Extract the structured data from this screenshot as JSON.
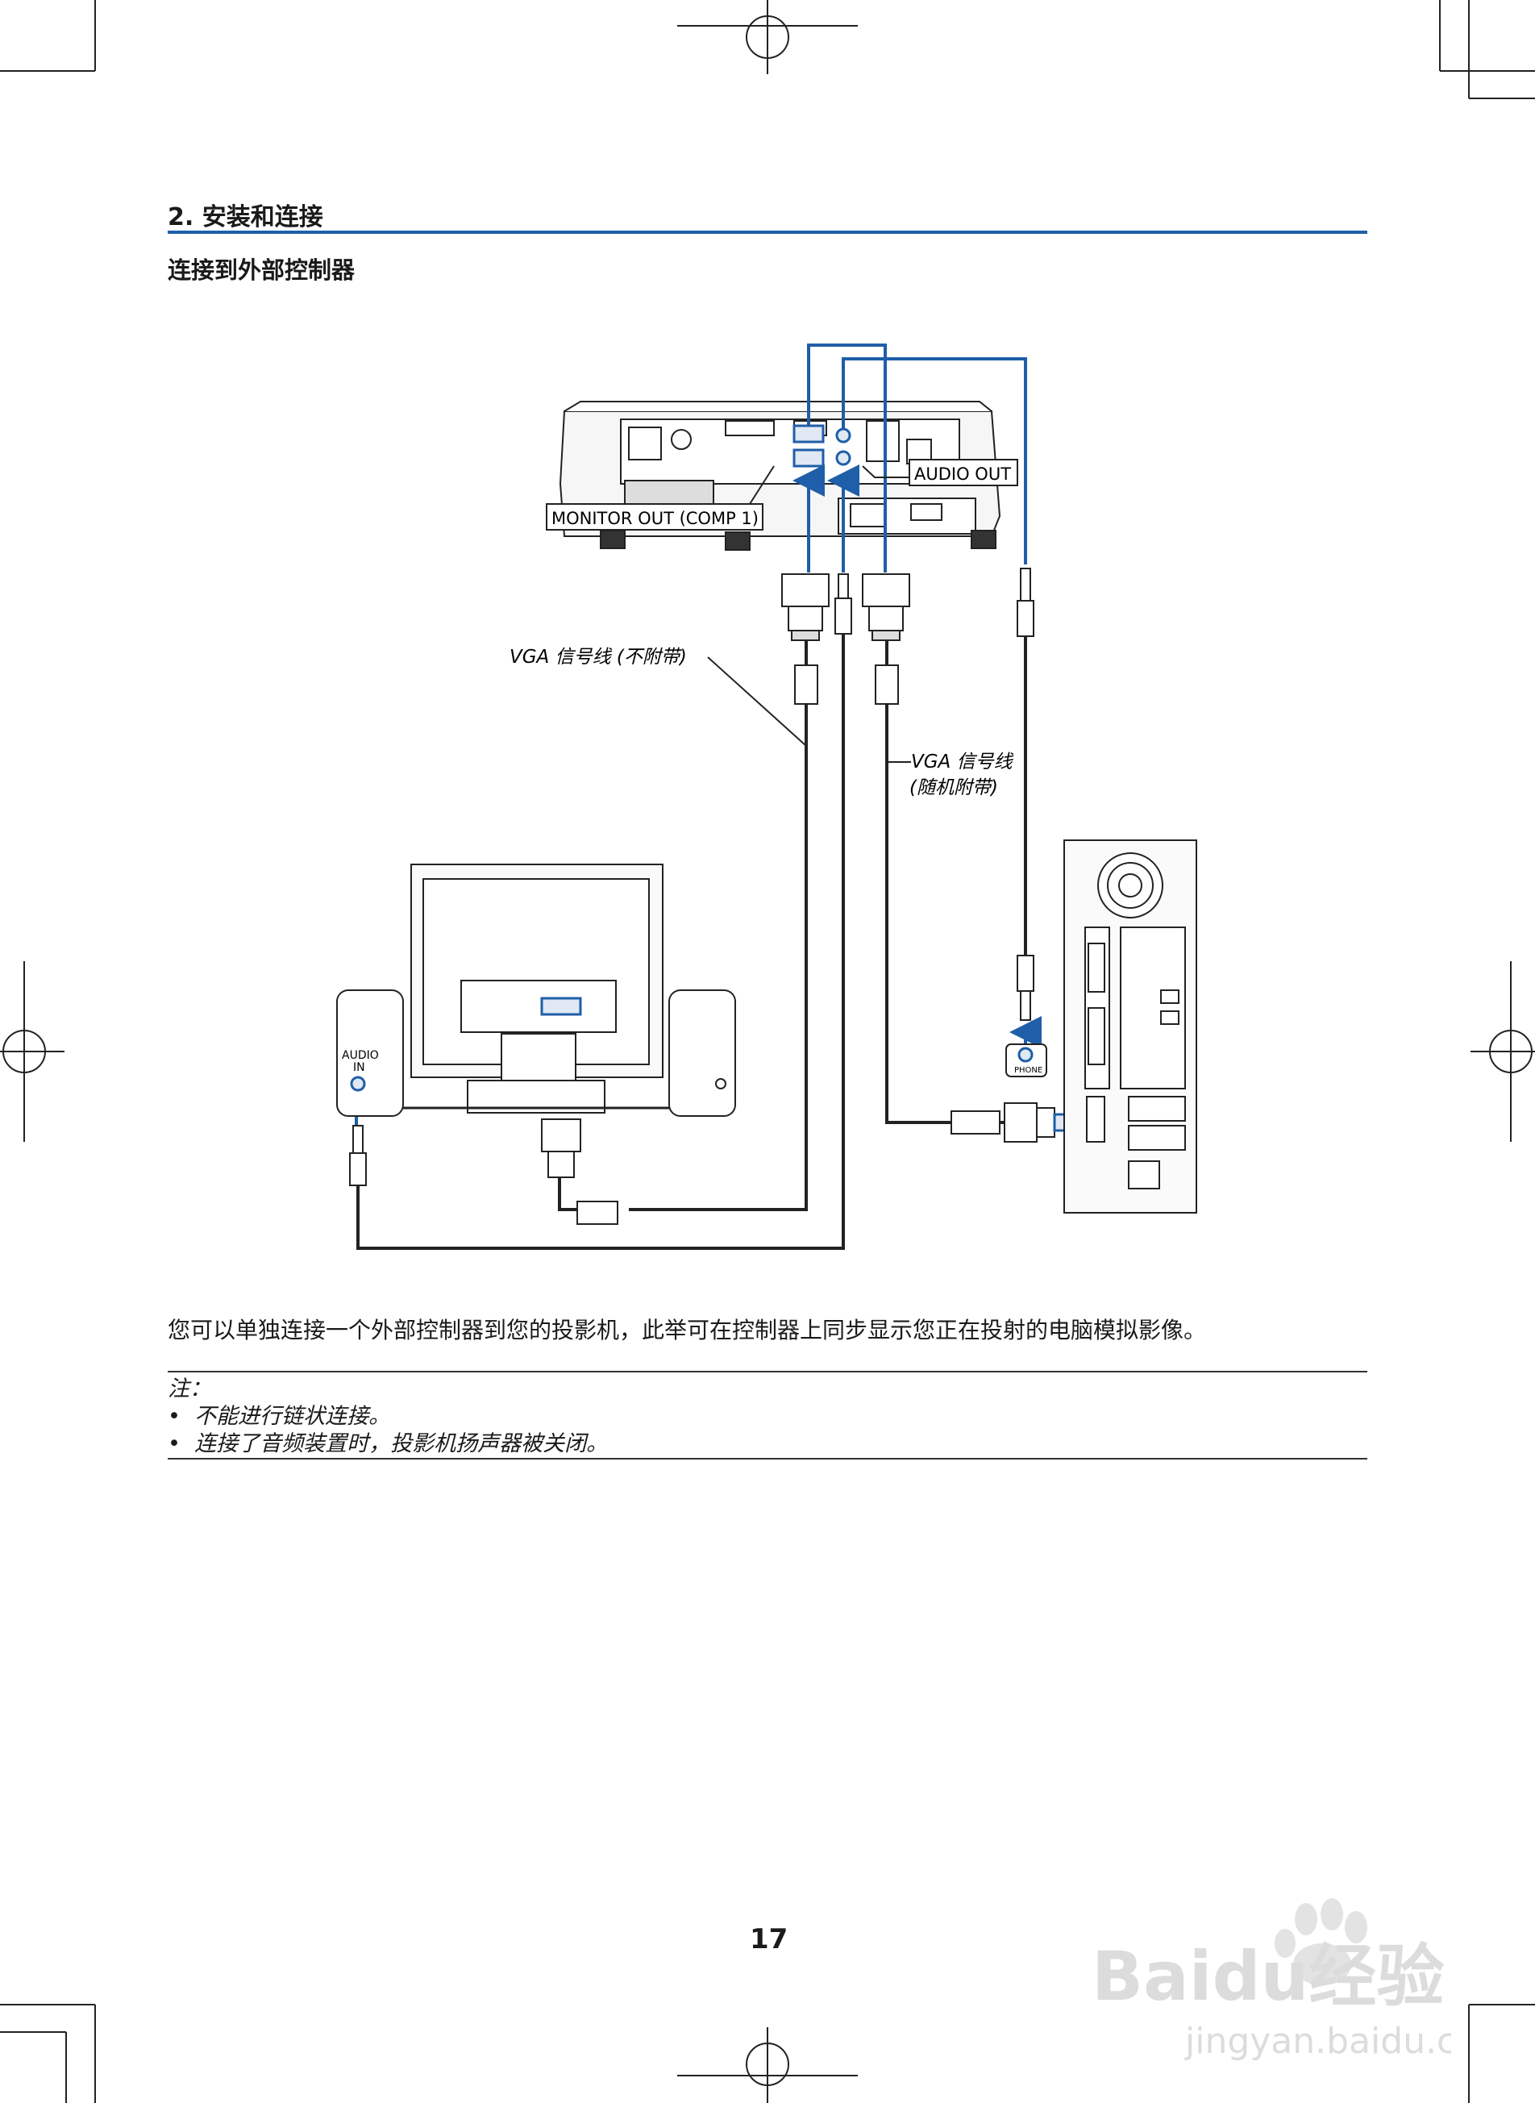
{
  "header": {
    "section_title": "2. 安装和连接",
    "sub_title": "连接到外部控制器"
  },
  "diagram": {
    "label_audio_out": "AUDIO OUT",
    "label_monitor_out": "MONITOR OUT (COMP 1)",
    "label_vga_not_supplied": "VGA 信号线 (不附带)",
    "label_vga_supplied_line1": "VGA 信号线",
    "label_vga_supplied_line2": "(随机附带)",
    "label_audio_in_line1": "AUDIO",
    "label_audio_in_line2": "IN",
    "label_phone": "PHONE"
  },
  "body": {
    "paragraph": "您可以单独连接一个外部控制器到您的投影机，此举可在控制器上同步显示您正在投射的电脑模拟影像。"
  },
  "notes": {
    "heading": "注：",
    "items": [
      "不能进行链状连接。",
      "连接了音频装置时，投影机扬声器被关闭。"
    ]
  },
  "footer": {
    "page_number": "17"
  },
  "watermark": {
    "brand": "Baidu经验",
    "url": "jingyan.baidu.com"
  },
  "colors": {
    "accent_blue": "#1f5ea8",
    "line": "#222222"
  }
}
